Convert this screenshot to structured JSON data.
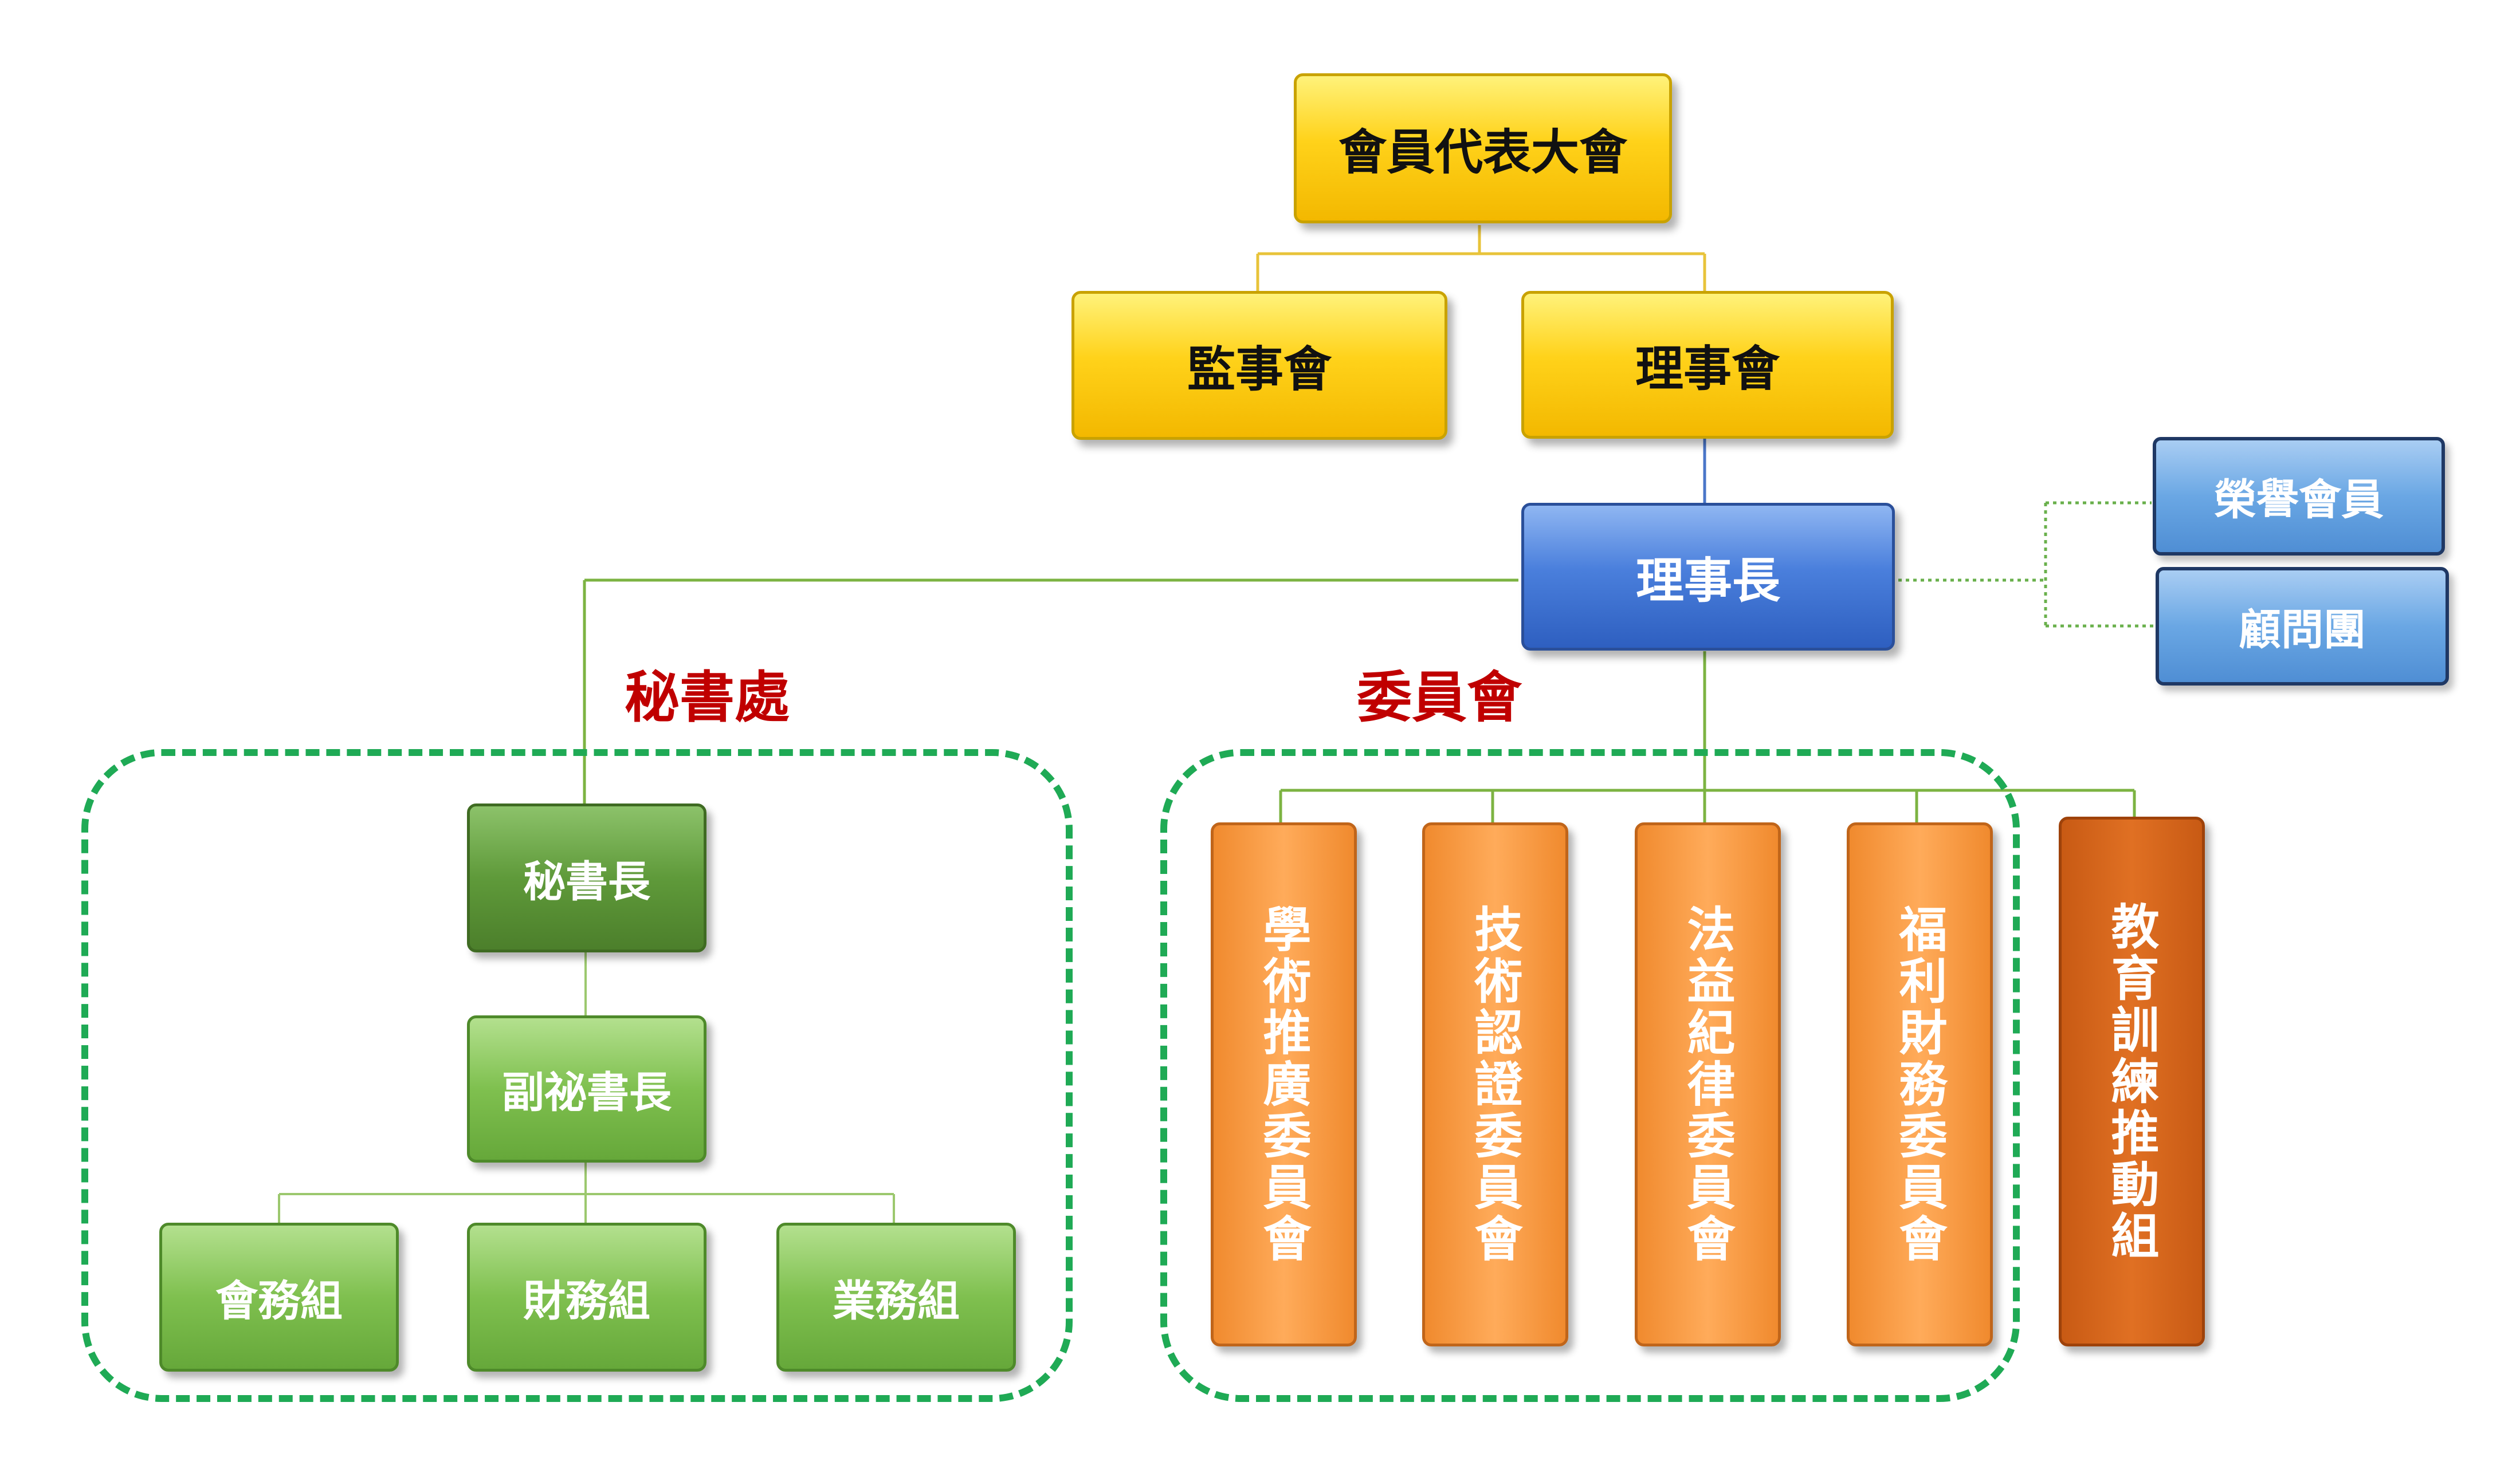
{
  "top": {
    "assembly": "會員代表大會"
  },
  "boards": {
    "supervisors": "監事會",
    "directors": "理事會"
  },
  "chairman": "理事長",
  "advisory": {
    "honorary": "榮譽會員",
    "advisors": "顧問團"
  },
  "groups": {
    "secretariat_label": "秘書處",
    "committee_label": "委員會"
  },
  "secretariat": {
    "secretary_general": "秘書長",
    "deputy_secretary_general": "副祕書長",
    "units": [
      "會務組",
      "財務組",
      "業務組"
    ]
  },
  "committees": [
    "學術推廣委員會",
    "技術認證委員會",
    "法益紀律委員會",
    "福利財務委員會"
  ],
  "training": "教育訓練推動組",
  "colors": {
    "yellow": "#ffd21a",
    "blue": "#4a7fdc",
    "light_blue": "#6aa7e4",
    "dark_green": "#5f9a3a",
    "light_green": "#7fc04f",
    "orange": "#ffab5a",
    "dark_orange": "#e07023",
    "group_label": "#c00000",
    "dashed_border": "#1faa55"
  }
}
